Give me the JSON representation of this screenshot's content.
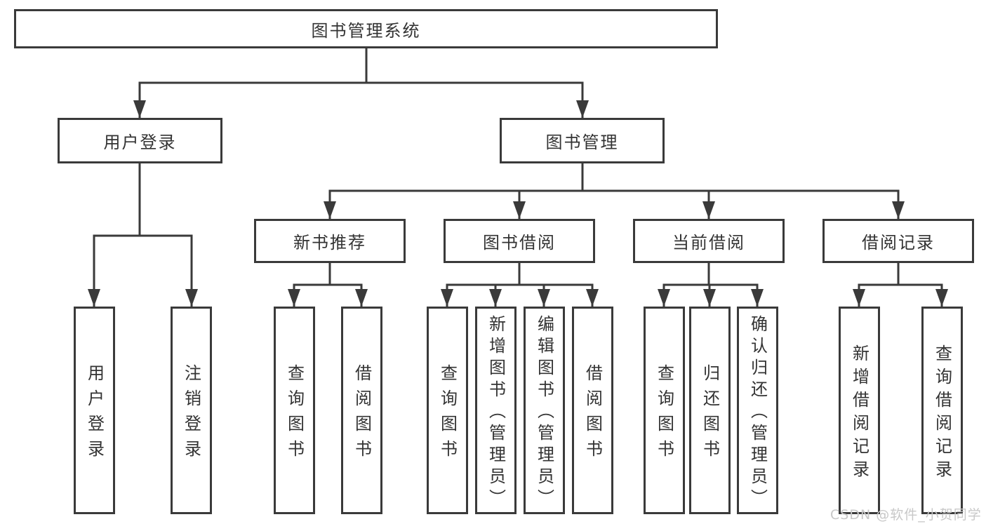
{
  "root": {
    "label": "图书管理系统"
  },
  "user_login": {
    "label": "用户登录",
    "leaves": [
      "用户登录",
      "注销登录"
    ]
  },
  "book_mgmt": {
    "label": "图书管理",
    "groups": [
      {
        "label": "新书推荐",
        "leaves": [
          "查询图书",
          "借阅图书"
        ]
      },
      {
        "label": "图书借阅",
        "leaves": [
          "查询图书",
          "新增图书（管理员）",
          "编辑图书（管理员）",
          "借阅图书"
        ]
      },
      {
        "label": "当前借阅",
        "leaves": [
          "查询图书",
          "归还图书",
          "确认归还（管理员）"
        ]
      },
      {
        "label": "借阅记录",
        "leaves": [
          "新增借阅记录",
          "查询借阅记录"
        ]
      }
    ]
  },
  "watermark": "CSDN @软件_小贺同学",
  "colors": {
    "line": "#3a3a3a",
    "text": "#333333",
    "watermark": "#c8c8c8",
    "background": "#ffffff"
  }
}
